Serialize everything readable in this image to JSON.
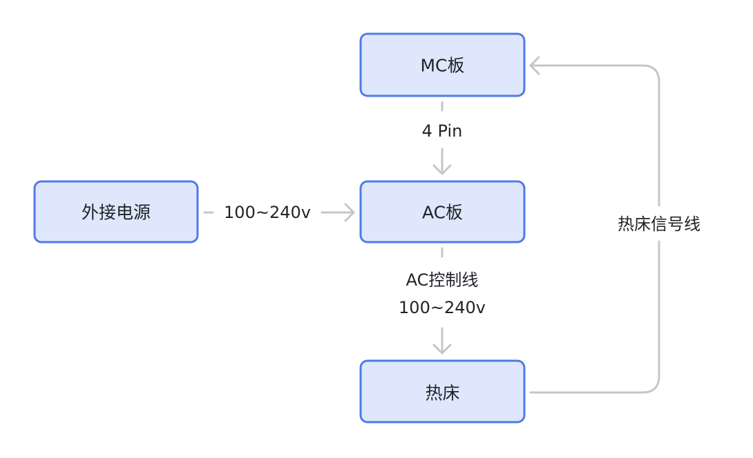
{
  "nodes": {
    "mc_board": "MC板",
    "ac_board": "AC板",
    "power": "外接电源",
    "hotbed": "热床"
  },
  "edges": {
    "mc_to_ac": "4 Pin",
    "power_to_ac": "100~240v",
    "ac_to_hotbed_line1": "AC控制线",
    "ac_to_hotbed_line2": "100~240v",
    "hotbed_to_mc": "热床信号线"
  },
  "colors": {
    "node_fill": "#dee7fb",
    "node_stroke": "#4f7be6",
    "connector": "#c4c6ca",
    "text": "#1f2329"
  }
}
